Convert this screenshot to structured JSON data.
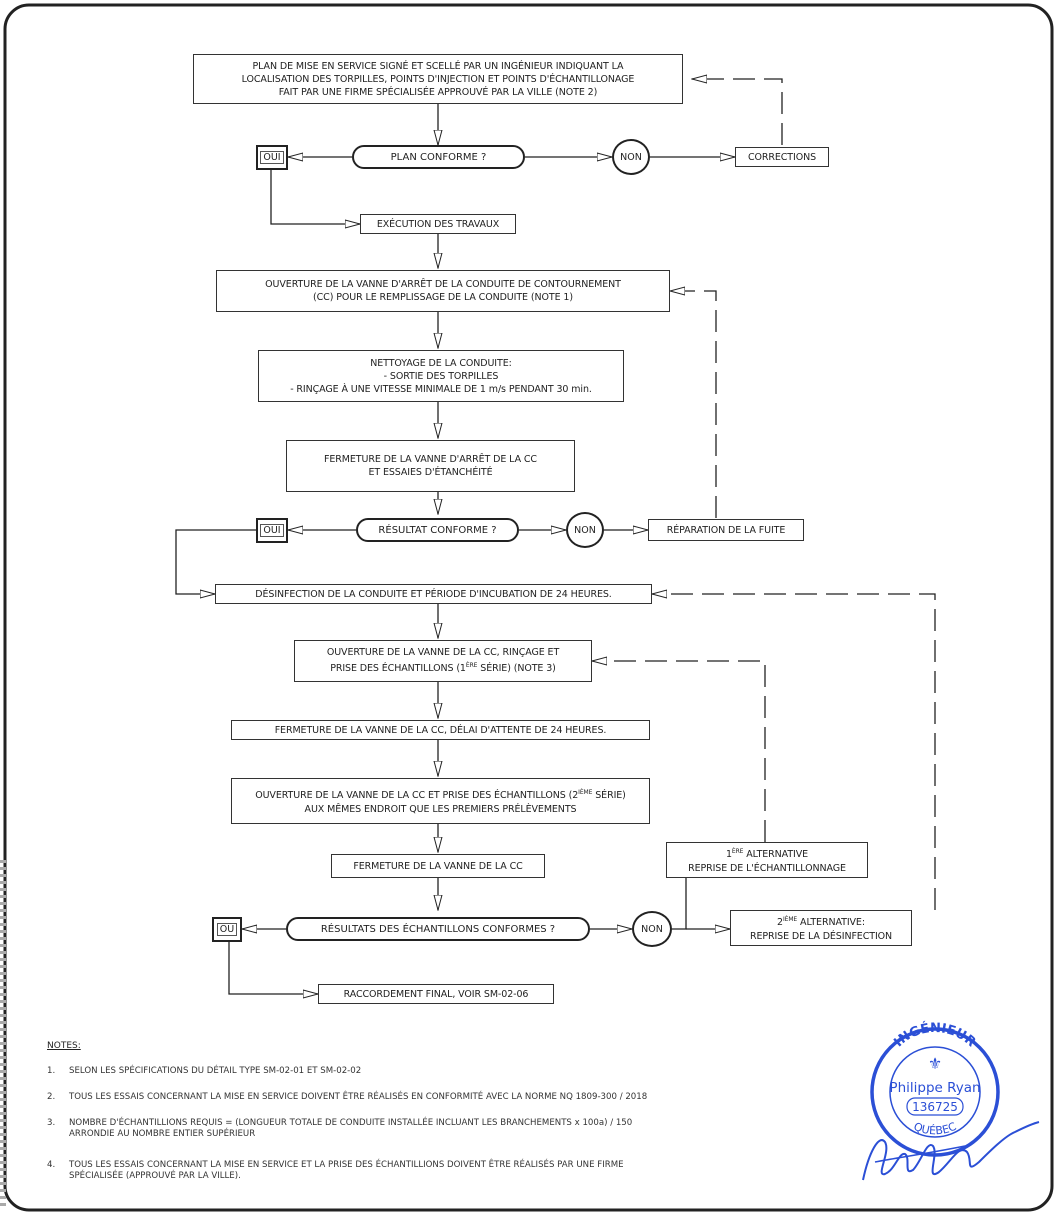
{
  "boxes": {
    "plan": [
      "PLAN DE MISE EN SERVICE SIGNÉ ET SCELLÉ PAR UN INGÉNIEUR INDIQUANT LA",
      "LOCALISATION DES TORPILLES, POINTS D'INJECTION ET POINTS D'ÉCHANTILLONAGE",
      "FAIT PAR UNE FIRME SPÉCIALISÉE APPROUVÉ PAR LA VILLE (NOTE 2)"
    ],
    "plan_conforme": "PLAN CONFORME ?",
    "corrections": "CORRECTIONS",
    "execution": "EXÉCUTION DES TRAVAUX",
    "ouverture_cc": [
      "OUVERTURE DE LA VANNE D'ARRÊT DE LA CONDUITE DE CONTOURNEMENT",
      "(CC) POUR LE REMPLISSAGE DE LA CONDUITE (NOTE 1)"
    ],
    "nettoyage": [
      "NETTOYAGE DE LA CONDUITE:",
      "- SORTIE DES TORPILLES",
      "- RINÇAGE À UNE VITESSE MINIMALE DE 1 m/s PENDANT 30 min."
    ],
    "fermeture_etancheite": [
      "FERMETURE DE LA VANNE D'ARRÊT DE LA CC",
      "ET ESSAIES D'ÉTANCHÉITÉ"
    ],
    "resultat_conforme": "RÉSULTAT CONFORME ?",
    "reparation": "RÉPARATION DE LA FUITE",
    "desinfection": "DÉSINFECTION DE LA CONDUITE ET PÉRIODE D'INCUBATION DE 24 HEURES.",
    "ouverture_rincage_1": "OUVERTURE DE LA VANNE DE LA CC, RINÇAGE ET",
    "ouverture_rincage_2a": "PRISE DES ÉCHANTILLONS (1",
    "ouverture_rincage_sup": "ÈRE",
    "ouverture_rincage_2b": " SÉRIE) (NOTE 3)",
    "fermeture_delai": "FERMETURE DE LA VANNE DE LA CC, DÉLAI D'ATTENTE DE 24 HEURES.",
    "ouverture_prise_1a": "OUVERTURE DE LA VANNE DE LA CC ET PRISE DES ÉCHANTILLONS (2",
    "ouverture_prise_sup": "IÈME",
    "ouverture_prise_1b": " SÉRIE)",
    "ouverture_prise_2": "AUX MÊMES ENDROIT QUE LES PREMIERS PRÉLÈVEMENTS",
    "fermeture_cc": "FERMETURE DE LA VANNE DE LA CC",
    "resultats_echantillons": "RÉSULTATS DES ÉCHANTILLONS CONFORMES ?",
    "alt1_num": "1",
    "alt1_sup": "ÈRE",
    "alt1_title": " ALTERNATIVE",
    "alt1_text": "REPRISE DE L'ÉCHANTILLONNAGE",
    "alt2_num": "2",
    "alt2_sup": "IÈME",
    "alt2_title": " ALTERNATIVE:",
    "alt2_text": "REPRISE DE LA DÉSINFECTION",
    "raccordement": "RACCORDEMENT FINAL, VOIR SM-02-06",
    "oui": "OUI",
    "ou": "OU",
    "non": "NON"
  },
  "notes": {
    "title": "NOTES:",
    "items": [
      {
        "num": "1.",
        "text": "SELON LES SPÉCIFICATIONS DU DÉTAIL TYPE SM-02-01 ET SM-02-02"
      },
      {
        "num": "2.",
        "text": "TOUS LES ESSAIS CONCERNANT LA MISE EN SERVICE DOIVENT ÊTRE RÉALISÉS EN CONFORMITÉ AVEC LA NORME NQ 1809-300 / 2018"
      },
      {
        "num": "3.",
        "text": "NOMBRE D'ÉCHANTILLIONS REQUIS = (LONGUEUR TOTALE DE CONDUITE INSTALLÉE INCLUANT LES BRANCHEMENTS x 100a) / 150",
        "text2": "ARRONDIE AU NOMBRE ENTIER SUPÉRIEUR"
      },
      {
        "num": "4.",
        "text": "TOUS LES ESSAIS CONCERNANT LA MISE EN SERVICE ET LA PRISE DES ÉCHANTILLIONS DOIVENT ÊTRE RÉALISÉS PAR UNE FIRME",
        "text2": "SPÉCIALISÉE (APPROUVÉ PAR LA VILLE)."
      }
    ]
  },
  "seal": {
    "top_text": "INGÉNIEUR",
    "name": "Philippe Ryan",
    "number": "136725",
    "bottom_text": "QUÉBEC"
  },
  "colors": {
    "ink": "#222222",
    "seal_blue": "#2b4fd6"
  }
}
